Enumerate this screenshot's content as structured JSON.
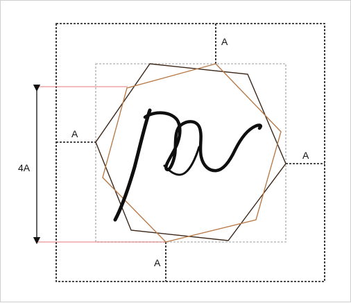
{
  "labels": {
    "top": "A",
    "left": "A",
    "right": "A",
    "bottom": "A",
    "height": "4A"
  },
  "colors": {
    "outer_frame": "#111111",
    "inner_box": "#bdbdbd",
    "dark_heptagon": "#3b2618",
    "light_heptagon": "#b87b4a",
    "monogram": "#0f0f0f",
    "extension_lines": "#e07a7a",
    "dimension_line": "#111111"
  }
}
